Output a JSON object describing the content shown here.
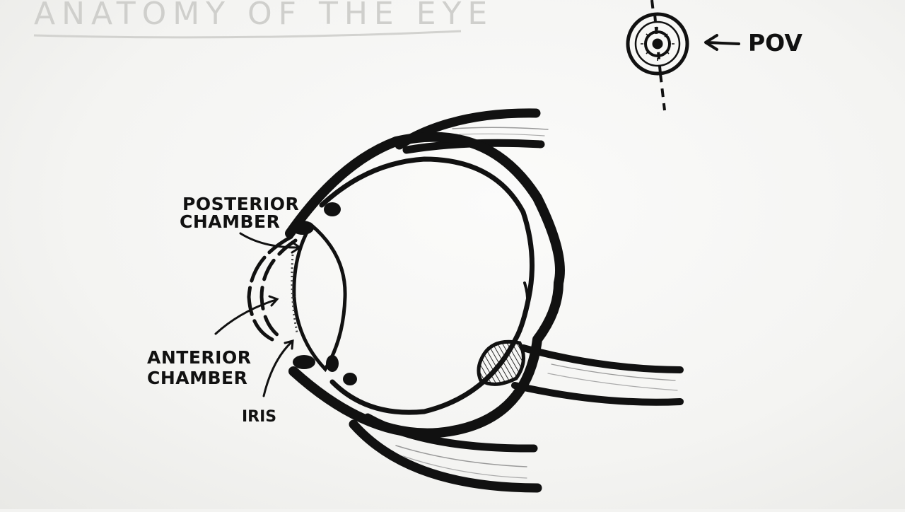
{
  "title": "ANATOMY OF THE EYE",
  "labels": {
    "posterior_line1": "POSTERIOR",
    "posterior_line2": "CHAMBER",
    "anterior_line1": "ANTERIOR",
    "anterior_line2": "CHAMBER",
    "iris": "IRIS",
    "pov": "POV"
  },
  "colors": {
    "ink": "#111111",
    "paper": "#f5f5f3",
    "faded_title": "#cfcfcc"
  }
}
